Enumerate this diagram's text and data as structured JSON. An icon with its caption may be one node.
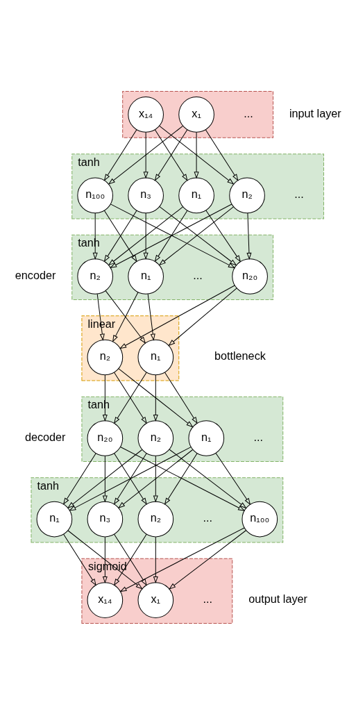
{
  "diagram": {
    "nodes": [
      {
        "text": [],
        "shape": "box"
      },
      {
        "text": [
          "x₁"
        ],
        "in": 0
      },
      {
        "text": [
          "x₁₄"
        ],
        "in": 0
      },
      {
        "text": [
          "tanh"
        ]
      },
      {
        "text": [
          "n₁"
        ],
        "in": 3
      },
      {
        "text": [
          "n₂"
        ],
        "in": 3
      },
      {
        "text": [
          "n₃"
        ],
        "in": 3
      },
      {
        "text": [
          "n₁₀₀"
        ],
        "in": 3
      },
      {
        "text": [
          "tanh"
        ]
      },
      {
        "text": [
          "n₁"
        ],
        "in": 8
      },
      {
        "text": [
          "n₂"
        ],
        "in": 8
      },
      {
        "text": [
          "n₂₀"
        ],
        "in": 8
      },
      {
        "text": [
          "linear"
        ]
      },
      {
        "text": [
          "n₁"
        ],
        "in": 12
      },
      {
        "text": [
          "n₂"
        ],
        "in": 12
      },
      {
        "text": [
          "tanh"
        ]
      },
      {
        "text": [
          "n₁"
        ],
        "in": 15
      },
      {
        "text": [
          "n₂"
        ],
        "in": 15
      },
      {
        "text": [
          "n₂₀"
        ],
        "in": 15
      },
      {
        "text": [
          "tanh"
        ]
      },
      {
        "text": [
          "n₁"
        ],
        "in": 19
      },
      {
        "text": [
          "n₂"
        ],
        "in": 19
      },
      {
        "text": [
          "n₃"
        ],
        "in": 19
      },
      {
        "text": [
          "n₁₀₀"
        ],
        "in": 19
      },
      {
        "text": [
          "sigmoid"
        ]
      },
      {
        "text": [
          "x₁"
        ],
        "in": 24
      },
      {
        "text": [
          "x₁₄"
        ],
        "in": 24
      }
    ],
    "edges": [
      {
        "from": 1,
        "to": 4,
        "arrow": "to"
      },
      {
        "from": 1,
        "to": 5,
        "arrow": "to"
      },
      {
        "from": 1,
        "to": 6,
        "arrow": "to"
      },
      {
        "from": 1,
        "to": 7,
        "arrow": "to"
      },
      {
        "from": 2,
        "to": 4,
        "arrow": "to"
      },
      {
        "from": 2,
        "to": 5,
        "arrow": "to"
      },
      {
        "from": 2,
        "to": 6,
        "arrow": "to"
      },
      {
        "from": 2,
        "to": 7,
        "arrow": "to"
      },
      {
        "from": 4,
        "to": 9,
        "arrow": "to"
      },
      {
        "from": 4,
        "to": 10,
        "arrow": "to"
      },
      {
        "from": 4,
        "to": 11,
        "arrow": "to"
      },
      {
        "from": 5,
        "to": 9,
        "arrow": "to"
      },
      {
        "from": 5,
        "to": 10,
        "arrow": "to"
      },
      {
        "from": 5,
        "to": 11,
        "arrow": "to"
      },
      {
        "from": 6,
        "to": 9,
        "arrow": "to"
      },
      {
        "from": 6,
        "to": 10,
        "arrow": "to"
      },
      {
        "from": 6,
        "to": 11,
        "arrow": "to"
      },
      {
        "from": 7,
        "to": 9,
        "arrow": "to"
      },
      {
        "from": 7,
        "to": 10,
        "arrow": "to"
      },
      {
        "from": 7,
        "to": 11,
        "arrow": "to"
      },
      {
        "from": 9,
        "to": 13,
        "arrow": "to"
      },
      {
        "from": 9,
        "to": 14,
        "arrow": "to"
      },
      {
        "from": 10,
        "to": 13,
        "arrow": "to"
      },
      {
        "from": 10,
        "to": 14,
        "arrow": "to"
      },
      {
        "from": 11,
        "to": 13,
        "arrow": "to"
      },
      {
        "from": 11,
        "to": 14,
        "arrow": "to"
      },
      {
        "from": 13,
        "to": 16,
        "arrow": "to"
      },
      {
        "from": 13,
        "to": 17,
        "arrow": "to"
      },
      {
        "from": 13,
        "to": 18,
        "arrow": "to"
      },
      {
        "from": 14,
        "to": 16,
        "arrow": "to"
      },
      {
        "from": 14,
        "to": 17,
        "arrow": "to"
      },
      {
        "from": 14,
        "to": 18,
        "arrow": "to"
      },
      {
        "from": 16,
        "to": 20,
        "arrow": "to"
      },
      {
        "from": 16,
        "to": 21,
        "arrow": "to"
      },
      {
        "from": 16,
        "to": 22,
        "arrow": "to"
      },
      {
        "from": 16,
        "to": 23,
        "arrow": "to"
      },
      {
        "from": 17,
        "to": 20,
        "arrow": "to"
      },
      {
        "from": 17,
        "to": 21,
        "arrow": "to"
      },
      {
        "from": 17,
        "to": 22,
        "arrow": "to"
      },
      {
        "from": 17,
        "to": 23,
        "arrow": "to"
      },
      {
        "from": 18,
        "to": 20,
        "arrow": "to"
      },
      {
        "from": 18,
        "to": 21,
        "arrow": "to"
      },
      {
        "from": 18,
        "to": 22,
        "arrow": "to"
      },
      {
        "from": 18,
        "to": 23,
        "arrow": "to"
      },
      {
        "from": 20,
        "to": 25,
        "arrow": "to"
      },
      {
        "from": 20,
        "to": 26,
        "arrow": "to"
      },
      {
        "from": 21,
        "to": 25,
        "arrow": "to"
      },
      {
        "from": 21,
        "to": 26,
        "arrow": "to"
      },
      {
        "from": 22,
        "to": 25,
        "arrow": "to"
      },
      {
        "from": 22,
        "to": 26,
        "arrow": "to"
      },
      {
        "from": 23,
        "to": 25,
        "arrow": "to"
      },
      {
        "from": 23,
        "to": 26,
        "arrow": "to"
      }
    ],
    "labels": [
      "input layer",
      "...",
      "...",
      "encoder",
      "...",
      "bottleneck",
      "...",
      "decoder",
      "...",
      "output layer",
      "..."
    ]
  }
}
